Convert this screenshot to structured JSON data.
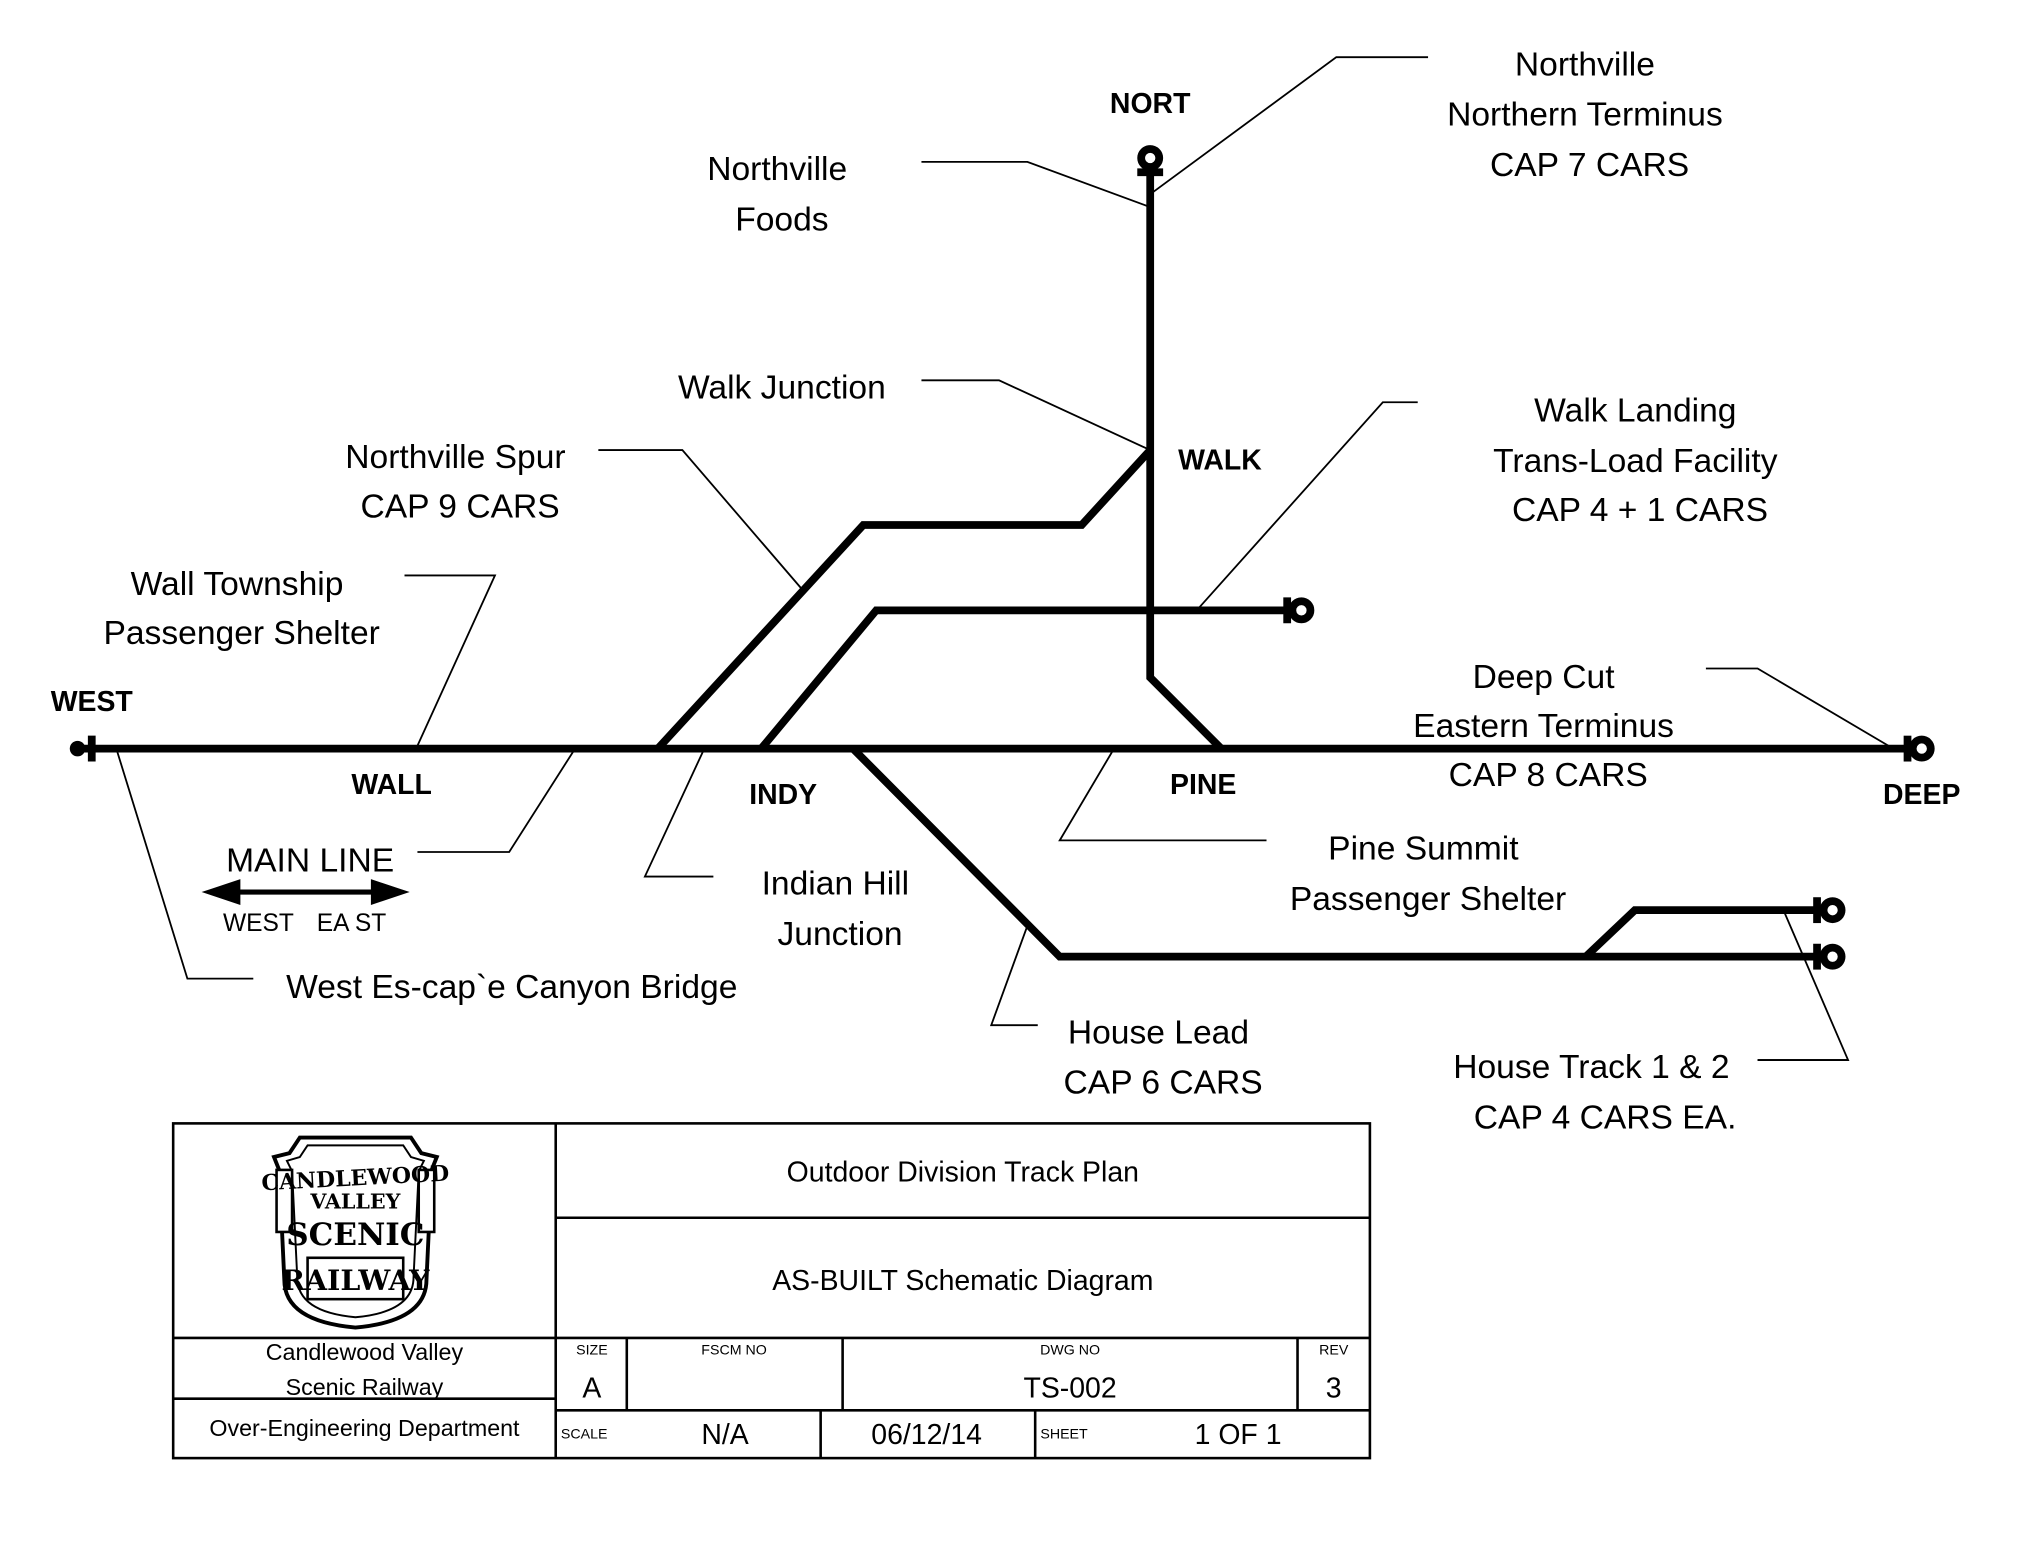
{
  "stations": {
    "nort": "NORT",
    "walk": "WALK",
    "west": "WEST",
    "wall": "WALL",
    "indy": "INDY",
    "pine": "PINE",
    "deep": "DEEP"
  },
  "labels": {
    "northville_terminus": [
      "Northville",
      "Northern Terminus",
      "CAP 7 CARS"
    ],
    "northville_foods": [
      "Northville",
      "Foods"
    ],
    "walk_junction": [
      "Walk Junction"
    ],
    "northville_spur": [
      "Northville Spur",
      "CAP 9 CARS"
    ],
    "walk_landing": [
      "Walk Landing",
      "Trans-Load Facility",
      "CAP 4 + 1 CARS"
    ],
    "wall_township": [
      "Wall Township",
      "Passenger Shelter"
    ],
    "deep_cut": [
      "Deep Cut",
      "Eastern Terminus",
      "CAP 8 CARS"
    ],
    "main_line": [
      "MAIN LINE"
    ],
    "pine_summit": [
      "Pine Summit",
      "Passenger Shelter"
    ],
    "indian_hill": [
      "Indian Hill",
      "Junction"
    ],
    "west_bridge": [
      "West Es-cap`e Canyon Bridge"
    ],
    "house_lead": [
      "House Lead",
      "CAP 6 CARS"
    ],
    "house_track": [
      "House Track 1 & 2",
      "CAP 4 CARS EA."
    ]
  },
  "legend": {
    "west": "WEST",
    "east": "EA ST"
  },
  "title_block": {
    "logo_text": [
      "CANDLEWOOD",
      "VALLEY",
      "SCENIC",
      "RAILWAY"
    ],
    "title": "Outdoor Division Track Plan",
    "subtitle": "AS-BUILT Schematic Diagram",
    "company_line1": "Candlewood Valley",
    "company_line2": "Scenic Railway",
    "department": "Over-Engineering Department",
    "size_label": "SIZE",
    "size": "A",
    "fscm_label": "FSCM NO",
    "fscm": "",
    "dwg_label": "DWG NO",
    "dwg": "TS-002",
    "rev_label": "REV",
    "rev": "3",
    "scale_label": "SCALE",
    "scale": "N/A",
    "date": "06/12/14",
    "sheet_label": "SHEET",
    "sheet": "1 OF 1"
  }
}
